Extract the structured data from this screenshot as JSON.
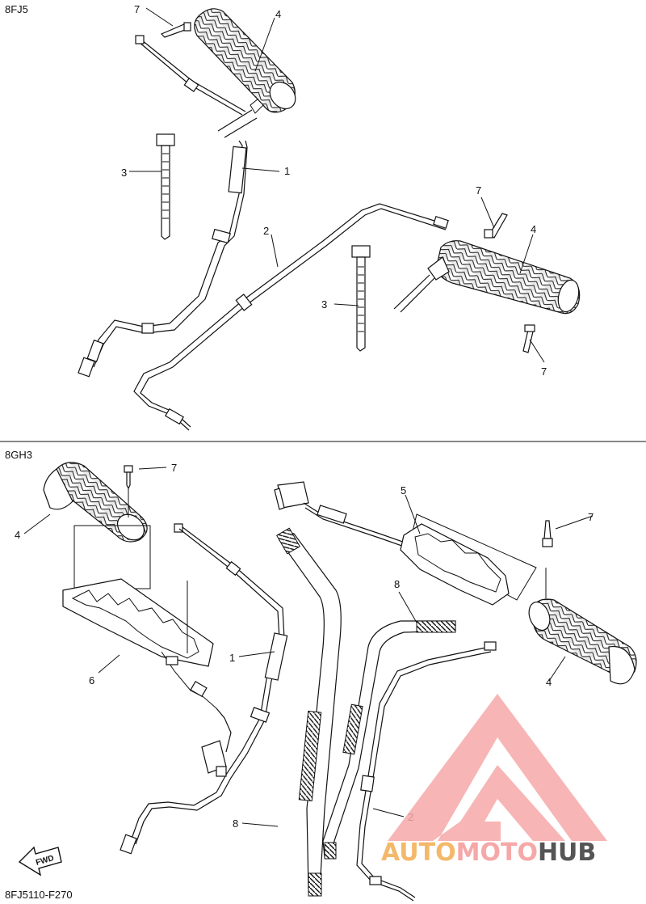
{
  "sections": {
    "top": {
      "code": "8FJ5",
      "labels": {
        "p1": "1",
        "p2": "2",
        "p3a": "3",
        "p3b": "3",
        "p4a": "4",
        "p4b": "4",
        "p7a": "7",
        "p7b": "7",
        "p7c": "7"
      }
    },
    "bottom": {
      "code": "8GH3",
      "labels": {
        "p1": "1",
        "p2": "2",
        "p4a": "4",
        "p4b": "4",
        "p5": "5",
        "p6": "6",
        "p7a": "7",
        "p7b": "7",
        "p8a": "8",
        "p8b": "8"
      }
    }
  },
  "fwd_label": "FWD",
  "footer_code": "8FJ5110-F270",
  "watermark": {
    "part1": "AUTO",
    "part2": "MOTO",
    "part3": "HUB",
    "color_light": "#f6a8a8",
    "color_orange": "#f4b86a",
    "color_dark": "#555555"
  }
}
